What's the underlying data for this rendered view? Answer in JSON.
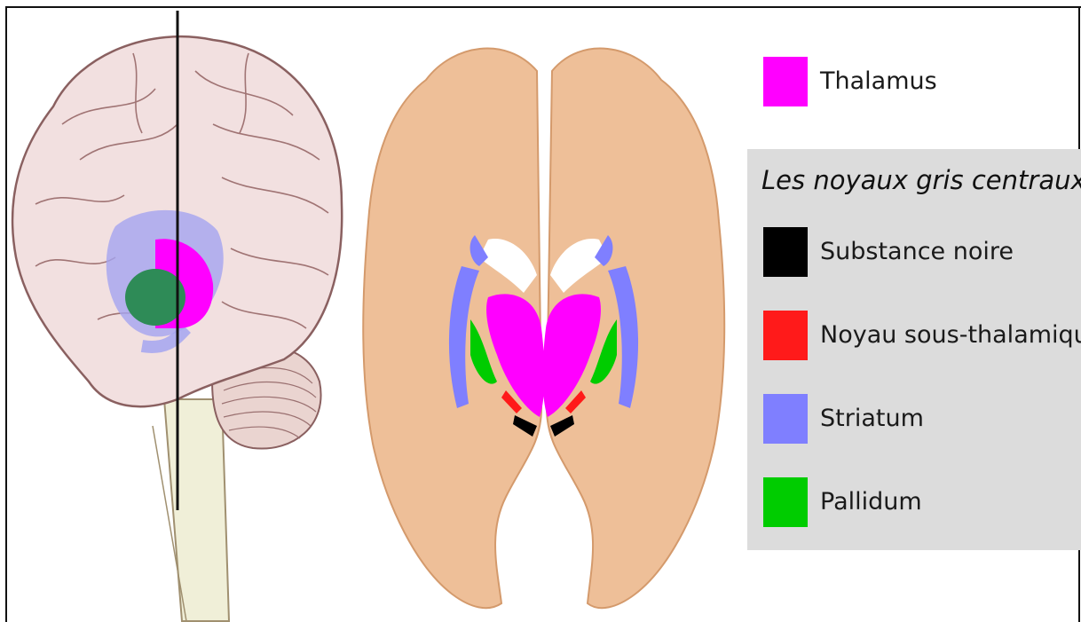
{
  "legend": {
    "thalamus": {
      "label": "Thalamus",
      "color": "#ff00ff"
    },
    "group_title": "Les noyaux gris centraux",
    "items": [
      {
        "label": "Substance noire",
        "color": "#000000"
      },
      {
        "label": "Noyau sous-thalamique",
        "color": "#ff1a1a"
      },
      {
        "label": "Striatum",
        "color": "#7f7fff"
      },
      {
        "label": "Pallidum",
        "color": "#00cc00"
      }
    ]
  },
  "colors": {
    "brain_lateral_fill": "#f2e0e0",
    "brain_lateral_stroke": "#8a6060",
    "brain_section_fill": "#eebf98",
    "brain_section_dark": "#e4a87e",
    "brainstem": "#f0efd8",
    "panel_bg": "#dcdcdc"
  }
}
